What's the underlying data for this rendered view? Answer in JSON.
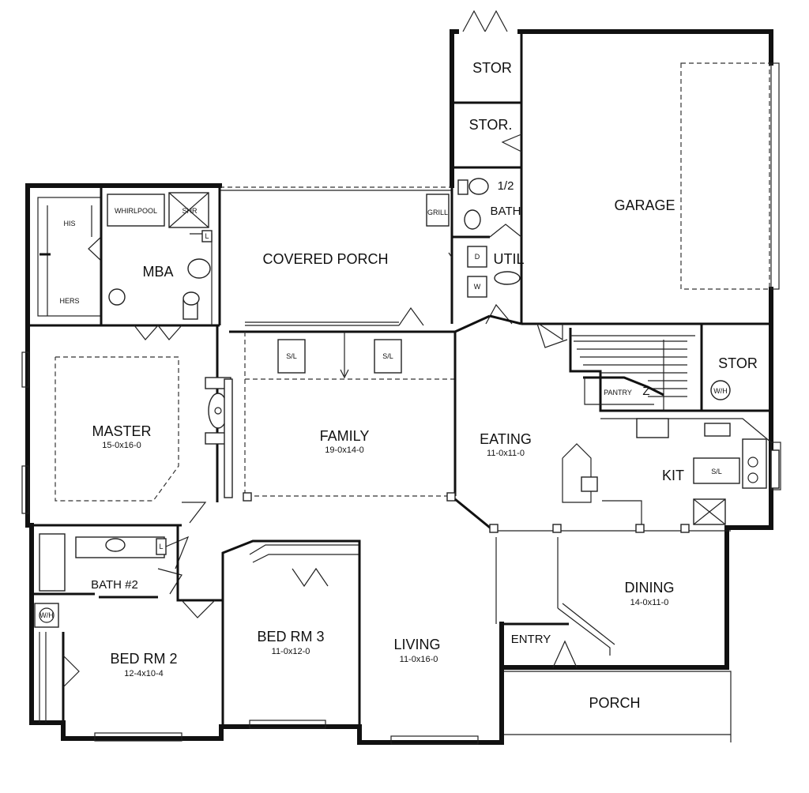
{
  "plan": {
    "rooms": {
      "stor_top": {
        "name": "STOR"
      },
      "stor2": {
        "name": "STOR."
      },
      "half_bath_num": {
        "name": "1/2"
      },
      "half_bath": {
        "name": "BATH"
      },
      "util": {
        "name": "UTIL"
      },
      "garage": {
        "name": "GARAGE"
      },
      "stor_right": {
        "name": "STOR"
      },
      "covered_porch": {
        "name": "COVERED PORCH"
      },
      "mba": {
        "name": "MBA"
      },
      "master": {
        "name": "MASTER",
        "dim": "15-0x16-0"
      },
      "family": {
        "name": "FAMILY",
        "dim": "19-0x14-0"
      },
      "eating": {
        "name": "EATING",
        "dim": "11-0x11-0"
      },
      "kit": {
        "name": "KIT"
      },
      "pantry": {
        "name": "PANTRY"
      },
      "bath2": {
        "name": "BATH #2"
      },
      "bed2": {
        "name": "BED RM 2",
        "dim": "12-4x10-4"
      },
      "bed3": {
        "name": "BED RM 3",
        "dim": "11-0x12-0"
      },
      "living": {
        "name": "LIVING",
        "dim": "11-0x16-0"
      },
      "dining": {
        "name": "DINING",
        "dim": "14-0x11-0"
      },
      "entry": {
        "name": "ENTRY"
      },
      "porch": {
        "name": "PORCH"
      }
    },
    "fixtures": {
      "his": "HIS",
      "hers": "HERS",
      "whirlpool": "WHIRLPOOL",
      "shr": "SHR",
      "grill": "GRILL",
      "sl1": "S/L",
      "sl2": "S/L",
      "sl_kit": "S/L",
      "wh1": "W/H",
      "wh2": "W/H",
      "l1": "L",
      "l2": "L",
      "d": "D",
      "w": "W",
      "z": "Z"
    }
  }
}
